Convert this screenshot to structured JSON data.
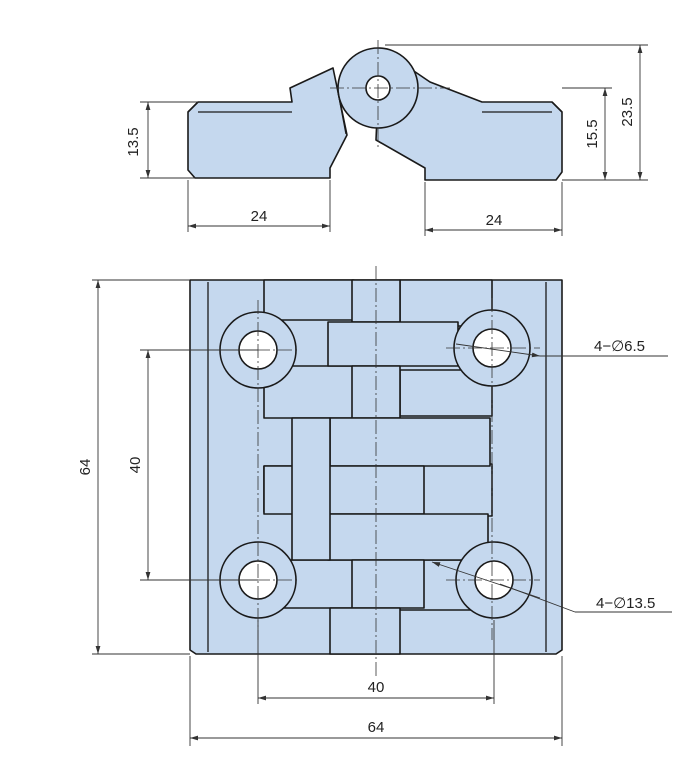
{
  "colors": {
    "part_fill": "#c5d8ee",
    "outline": "#1a1a1a",
    "dimension_line": "#333333",
    "background": "#ffffff"
  },
  "side_view": {
    "dims": {
      "left_height": "13.5",
      "right_inner_height": "15.5",
      "total_height": "23.5",
      "left_width": "24",
      "right_width": "24"
    }
  },
  "top_view": {
    "dims": {
      "overall_height": "64",
      "hole_spacing_vertical": "40",
      "hole_spacing_horizontal": "40",
      "overall_width": "64"
    },
    "callouts": {
      "hole": "4−∅6.5",
      "counterbore": "4−∅13.5"
    }
  }
}
